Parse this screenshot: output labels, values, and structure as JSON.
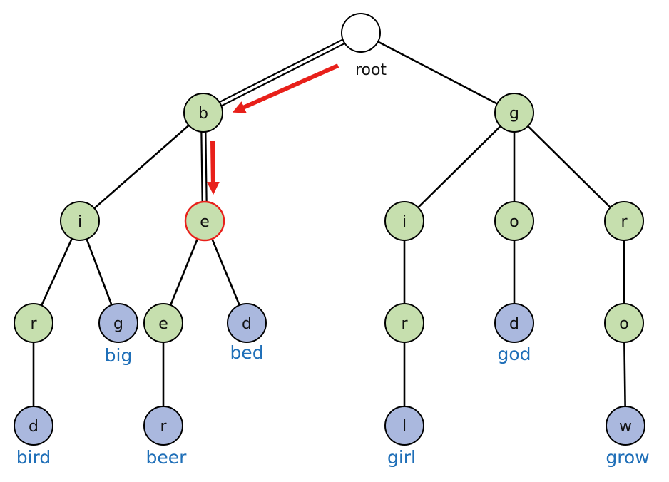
{
  "colors": {
    "green_node": "#c6dfae",
    "blue_node": "#aab8de",
    "root_node": "#ffffff",
    "stroke": "#000000",
    "highlight": "#e8201a",
    "word": "#1f6fb8",
    "edge": "#000000"
  },
  "nodes": [
    {
      "id": "root",
      "letter": "",
      "kind": "root",
      "label": "root"
    },
    {
      "id": "b",
      "letter": "b",
      "kind": "green"
    },
    {
      "id": "g",
      "letter": "g",
      "kind": "green"
    },
    {
      "id": "b_i",
      "letter": "i",
      "kind": "green"
    },
    {
      "id": "b_e",
      "letter": "e",
      "kind": "green",
      "highlighted": true
    },
    {
      "id": "g_i",
      "letter": "i",
      "kind": "green"
    },
    {
      "id": "g_o",
      "letter": "o",
      "kind": "green"
    },
    {
      "id": "g_r",
      "letter": "r",
      "kind": "green"
    },
    {
      "id": "b_i_r",
      "letter": "r",
      "kind": "green"
    },
    {
      "id": "b_i_g",
      "letter": "g",
      "kind": "blue",
      "word": "big"
    },
    {
      "id": "b_e_e",
      "letter": "e",
      "kind": "green"
    },
    {
      "id": "b_e_d",
      "letter": "d",
      "kind": "blue",
      "word": "bed"
    },
    {
      "id": "g_i_r",
      "letter": "r",
      "kind": "green"
    },
    {
      "id": "g_o_d",
      "letter": "d",
      "kind": "blue",
      "word": "god"
    },
    {
      "id": "g_r_o",
      "letter": "o",
      "kind": "green"
    },
    {
      "id": "b_i_r_d",
      "letter": "d",
      "kind": "blue",
      "word": "bird"
    },
    {
      "id": "b_e_e_r",
      "letter": "r",
      "kind": "blue",
      "word": "beer"
    },
    {
      "id": "g_i_r_l",
      "letter": "l",
      "kind": "blue",
      "word": "girl"
    },
    {
      "id": "g_r_o_w",
      "letter": "w",
      "kind": "blue",
      "word": "grow"
    }
  ],
  "edges": [
    [
      "root",
      "b"
    ],
    [
      "root",
      "g"
    ],
    [
      "b",
      "b_i"
    ],
    [
      "b",
      "b_e"
    ],
    [
      "g",
      "g_i"
    ],
    [
      "g",
      "g_o"
    ],
    [
      "g",
      "g_r"
    ],
    [
      "b_i",
      "b_i_r"
    ],
    [
      "b_i",
      "b_i_g"
    ],
    [
      "b_e",
      "b_e_e"
    ],
    [
      "b_e",
      "b_e_d"
    ],
    [
      "g_i",
      "g_i_r"
    ],
    [
      "g_o",
      "g_o_d"
    ],
    [
      "g_r",
      "g_r_o"
    ],
    [
      "b_i_r",
      "b_i_r_d"
    ],
    [
      "b_e_e",
      "b_e_e_r"
    ],
    [
      "g_i_r",
      "g_i_r_l"
    ],
    [
      "g_r_o",
      "g_r_o_w"
    ]
  ],
  "search_path": [
    "root",
    "b",
    "b_e"
  ]
}
